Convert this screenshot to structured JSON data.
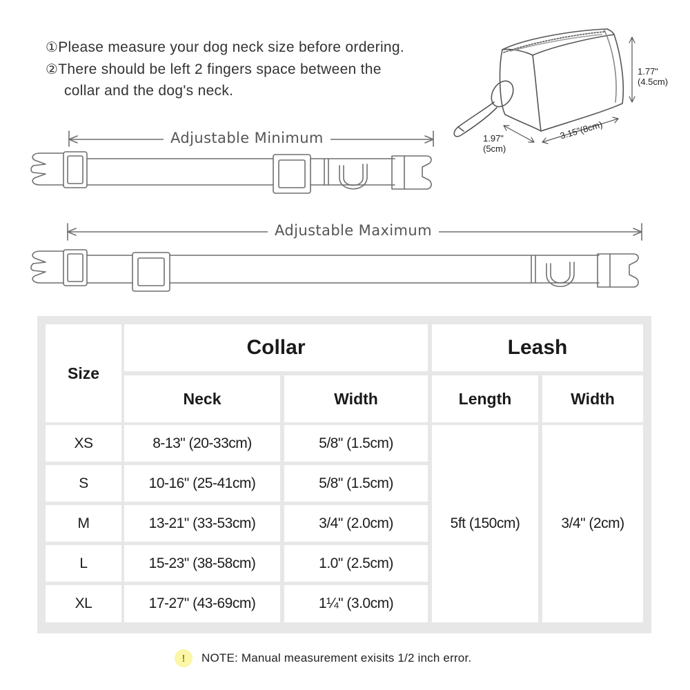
{
  "instructions": [
    {
      "marker": "①",
      "text": "Please measure your dog neck size before ordering."
    },
    {
      "marker": "②",
      "text": "There should be left 2 fingers space between the",
      "continuation": "collar and the dog's neck."
    }
  ],
  "diagram": {
    "min_label": "Adjustable Minimum",
    "max_label": "Adjustable Maximum"
  },
  "pouch": {
    "height": "1.77\"",
    "height_cm": "(4.5cm)",
    "depth": "1.97\"",
    "depth_cm": "(5cm)",
    "length": "3.15\"(8cm)"
  },
  "table": {
    "size_header": "Size",
    "collar_header": "Collar",
    "leash_header": "Leash",
    "neck_header": "Neck",
    "collar_width_header": "Width",
    "length_header": "Length",
    "leash_width_header": "Width",
    "rows": [
      {
        "size": "XS",
        "neck": "8-13\" (20-33cm)",
        "width": "5/8\" (1.5cm)"
      },
      {
        "size": "S",
        "neck": "10-16\" (25-41cm)",
        "width": "5/8\" (1.5cm)"
      },
      {
        "size": "M",
        "neck": "13-21\" (33-53cm)",
        "width": "3/4\" (2.0cm)"
      },
      {
        "size": "L",
        "neck": "15-23\" (38-58cm)",
        "width": "1.0\" (2.5cm)"
      },
      {
        "size": "XL",
        "neck": "17-27\" (43-69cm)",
        "width": "1¼\" (3.0cm)"
      }
    ],
    "leash_length": "5ft (150cm)",
    "leash_width": "3/4\" (2cm)"
  },
  "note": {
    "icon": "!",
    "text": "NOTE: Manual measurement exisits 1/2  inch error."
  }
}
